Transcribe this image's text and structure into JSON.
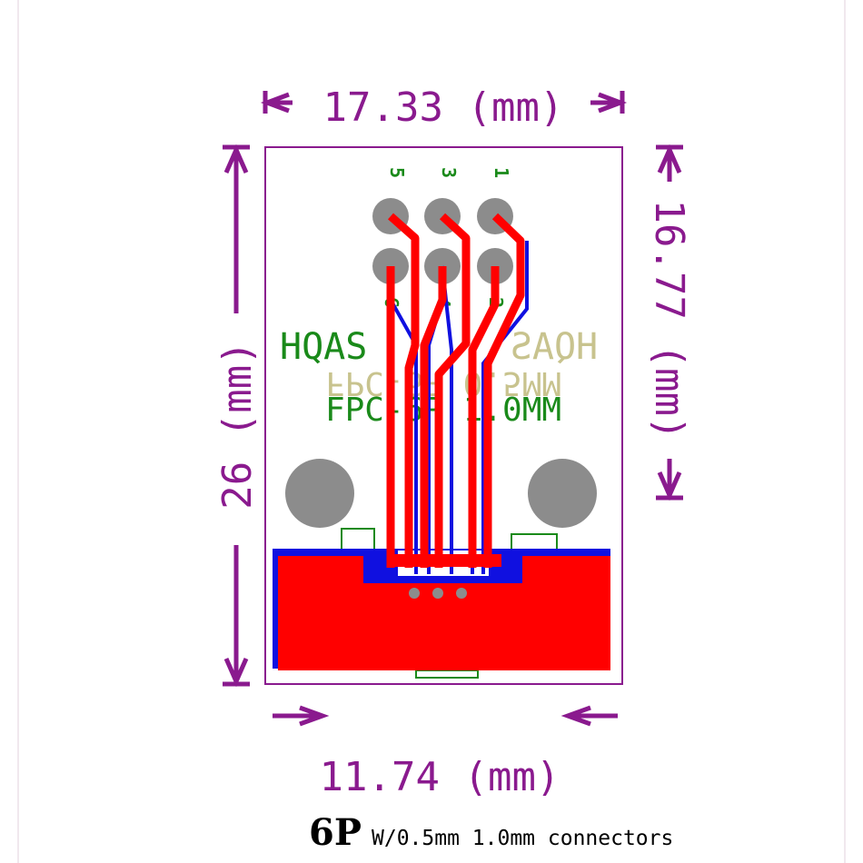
{
  "dimensions": {
    "top_width": "17.33 (mm)",
    "height": "26 (mm)",
    "right_height": "16.77 (mm)",
    "bottom_width": "11.74 (mm)"
  },
  "board": {
    "pin_labels_top": [
      "5",
      "3",
      "1"
    ],
    "pin_labels_bottom": [
      "6",
      "4",
      "2"
    ],
    "silk_left": "HQAS",
    "silk_right_mirrored": "HQAS",
    "silk_fpc": "FPC-6P 1.0MM",
    "silk_fpc_mirrored": "FPC-6P 0.5MM"
  },
  "caption": {
    "count": "6P",
    "text": "W/0.5mm 1.0mm connectors"
  },
  "colors": {
    "dimension": "#8a1a8e",
    "outline": "#8a1a8e",
    "copper_top": "#ff0000",
    "copper_bottom": "#1010e0",
    "silkscreen": "#1a8a1a",
    "silkscreen_mirrored": "#c8c38e",
    "pad": "#8c8c8c"
  }
}
